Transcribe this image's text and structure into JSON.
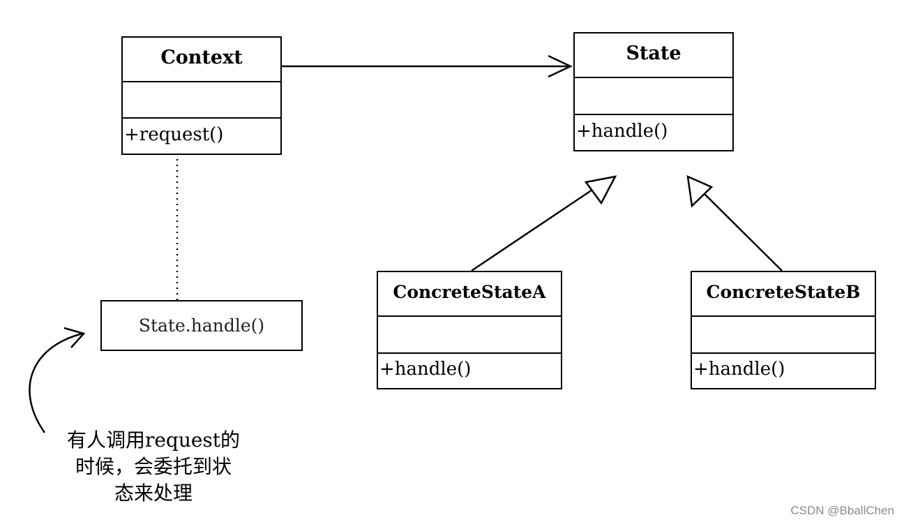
{
  "classes": {
    "context": {
      "name": "Context",
      "operation": "+request()"
    },
    "state": {
      "name": "State",
      "operation": "+handle()"
    },
    "concrete_a": {
      "name": "ConcreteStateA",
      "operation": "+handle()"
    },
    "concrete_b": {
      "name": "ConcreteStateB",
      "operation": "+handle()"
    }
  },
  "note": {
    "text": "State.handle()"
  },
  "annotation": {
    "line1": "有人调用request的",
    "line2": "时候，会委托到状",
    "line3": "态来处理"
  },
  "watermark": "CSDN @BballChen"
}
